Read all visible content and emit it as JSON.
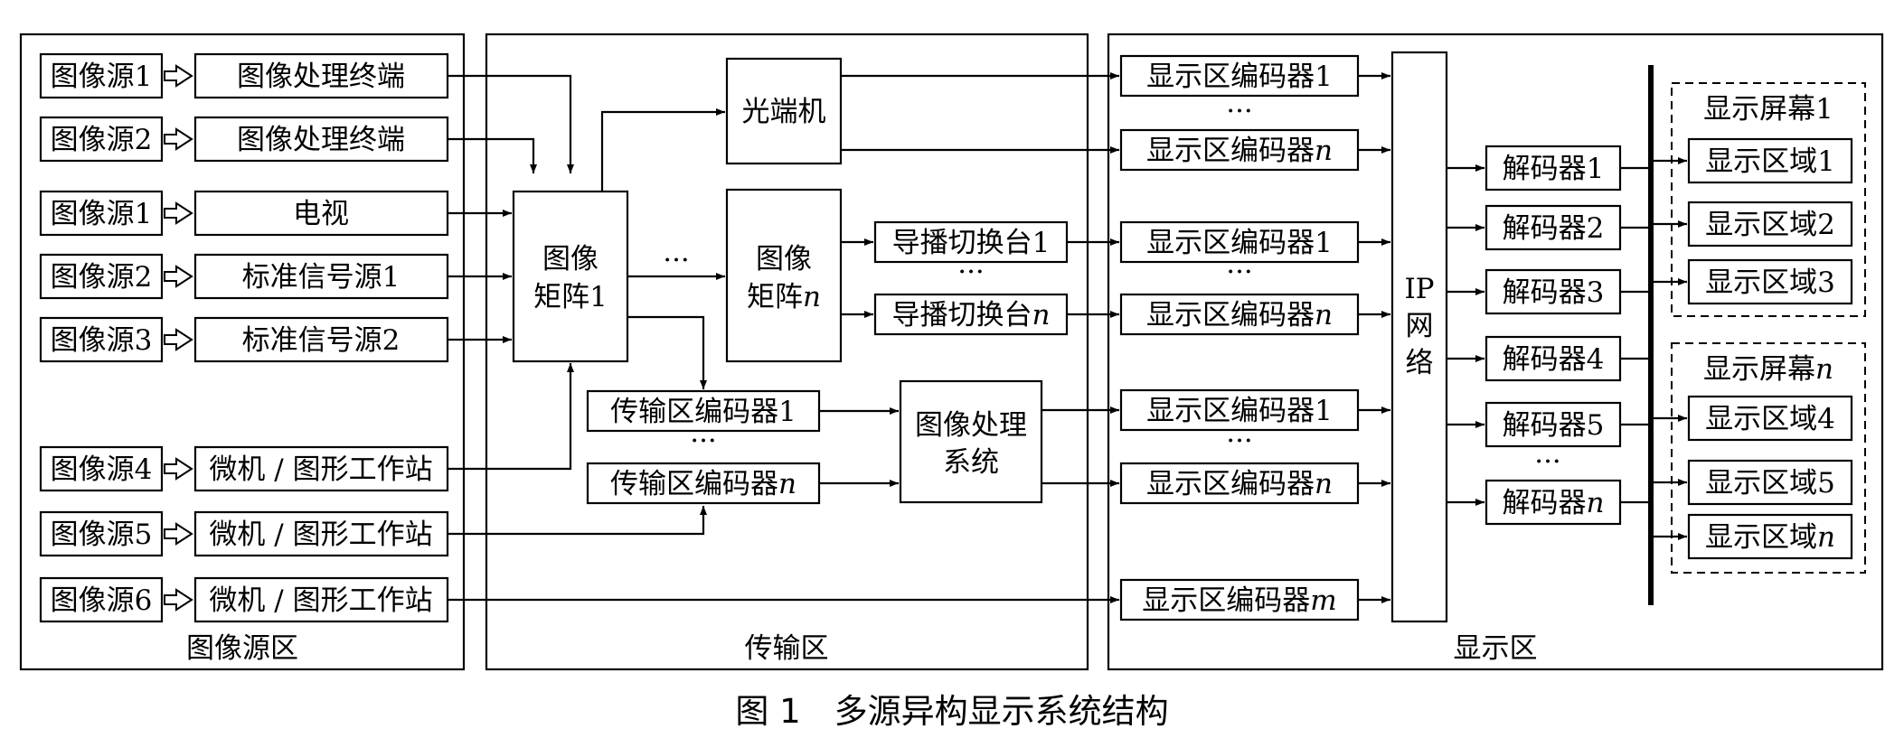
{
  "zones": {
    "source": "图像源区",
    "transmission": "传输区",
    "display": "显示区"
  },
  "caption": "图 1　多源异构显示系统结构",
  "source_rows": [
    {
      "src": "图像源1",
      "dev": "图像处理终端"
    },
    {
      "src": "图像源2",
      "dev": "图像处理终端"
    },
    {
      "src": "图像源1",
      "dev": "电视"
    },
    {
      "src": "图像源2",
      "dev": "标准信号源1"
    },
    {
      "src": "图像源3",
      "dev": "标准信号源2"
    },
    {
      "src": "图像源4",
      "dev": "微机 / 图形工作站"
    },
    {
      "src": "图像源5",
      "dev": "微机 / 图形工作站"
    },
    {
      "src": "图像源6",
      "dev": "微机 / 图形工作站"
    }
  ],
  "transmission": {
    "matrix1": {
      "line1": "图像",
      "line2": "矩阵1"
    },
    "ellipsis_h": "···",
    "matrixn": {
      "line1": "图像",
      "line2": "矩阵",
      "sub": "n"
    },
    "optical": "光端机",
    "director1": "导播切换台1",
    "director_n": {
      "text": "导播切换台",
      "sub": "n"
    },
    "tx_enc1": "传输区编码器1",
    "tx_encn": {
      "text": "传输区编码器",
      "sub": "n"
    },
    "proc": {
      "line1": "图像处理",
      "line2": "系统"
    },
    "dots": "···"
  },
  "display": {
    "encoders": [
      {
        "text": "显示区编码器1",
        "sub": ""
      },
      {
        "text": "显示区编码器",
        "sub": "n"
      },
      {
        "text": "显示区编码器1",
        "sub": ""
      },
      {
        "text": "显示区编码器",
        "sub": "n"
      },
      {
        "text": "显示区编码器1",
        "sub": ""
      },
      {
        "text": "显示区编码器",
        "sub": "n"
      },
      {
        "text": "显示区编码器",
        "sub": "m"
      }
    ],
    "ip": {
      "line1": "IP",
      "line2": "网",
      "line3": "络"
    },
    "decoders": [
      {
        "text": "解码器1",
        "sub": ""
      },
      {
        "text": "解码器2",
        "sub": ""
      },
      {
        "text": "解码器3",
        "sub": ""
      },
      {
        "text": "解码器4",
        "sub": ""
      },
      {
        "text": "解码器5",
        "sub": ""
      },
      {
        "text": "解码器",
        "sub": "n"
      }
    ],
    "screen1": {
      "title": "显示屏幕1",
      "regions": [
        {
          "text": "显示区域1",
          "sub": ""
        },
        {
          "text": "显示区域2",
          "sub": ""
        },
        {
          "text": "显示区域3",
          "sub": ""
        }
      ]
    },
    "screen_n": {
      "title": "显示屏幕",
      "title_sub": "n",
      "regions": [
        {
          "text": "显示区域4",
          "sub": ""
        },
        {
          "text": "显示区域5",
          "sub": ""
        },
        {
          "text": "显示区域",
          "sub": "n"
        }
      ]
    },
    "dots": "···"
  }
}
